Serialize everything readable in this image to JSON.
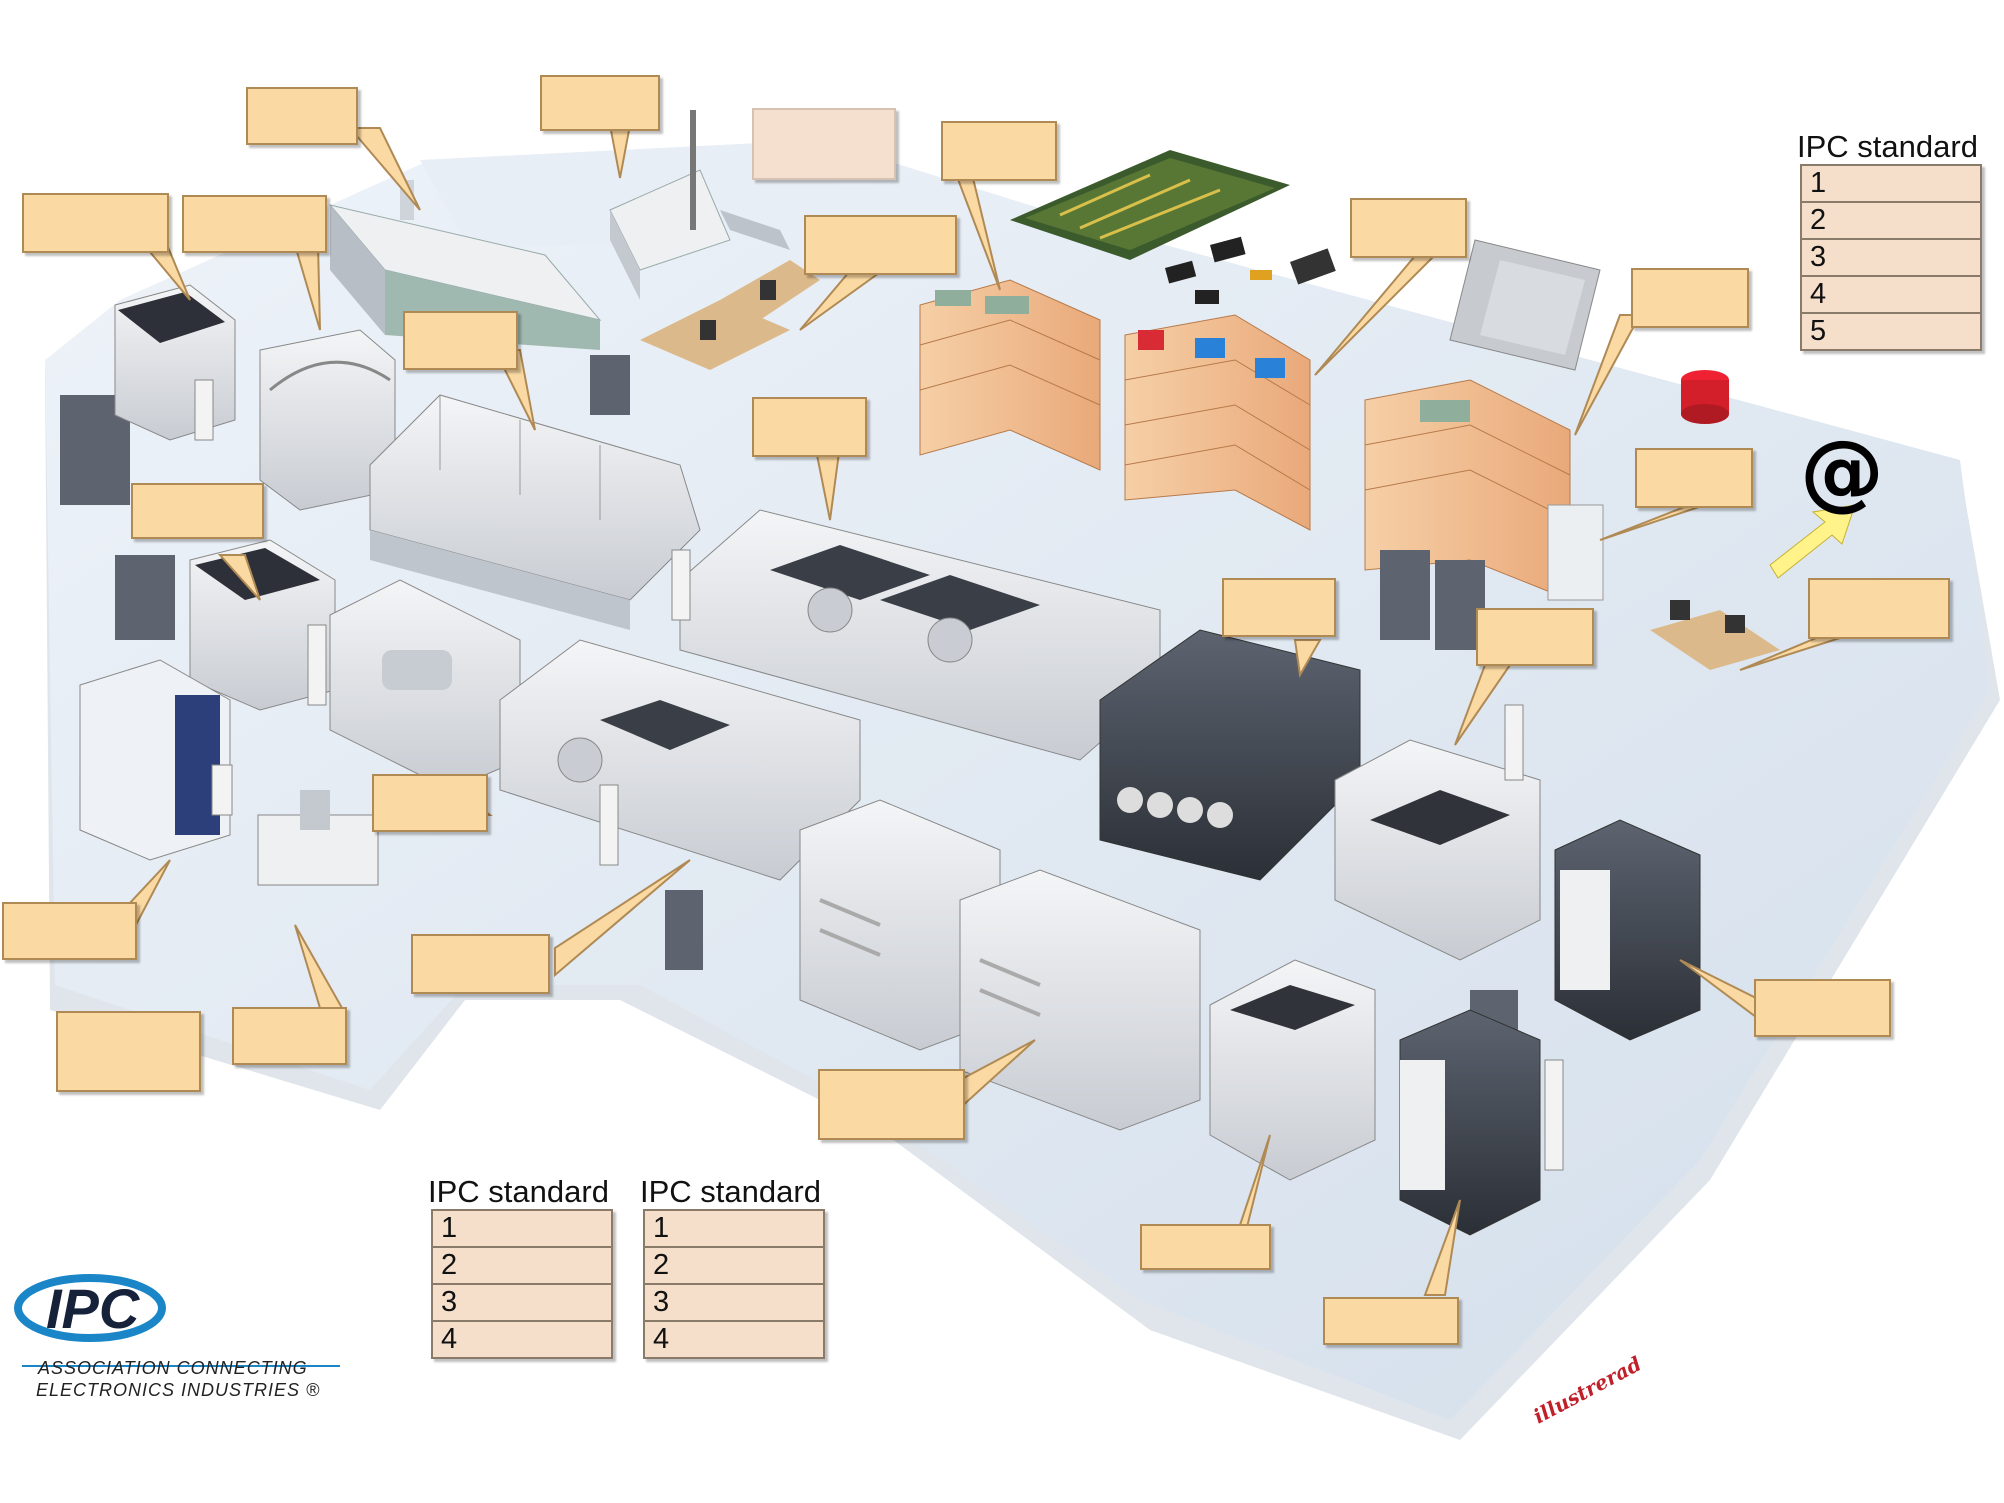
{
  "standard_tables": [
    {
      "title": "IPC standard",
      "rows": [
        "1",
        "2",
        "3",
        "4",
        "5"
      ]
    },
    {
      "title": "IPC standard",
      "rows": [
        "1",
        "2",
        "3",
        "4"
      ]
    },
    {
      "title": "IPC standard",
      "rows": [
        "1",
        "2",
        "3",
        "4"
      ]
    }
  ],
  "logo": {
    "mark": "IPC",
    "line1": "ASSOCIATION CONNECTING",
    "line2": "ELECTRONICS INDUSTRIES ®"
  },
  "at_symbol": "@",
  "signature": "illustrerad",
  "colors": {
    "callout_fill": "#fbd9a3",
    "table_fill": "#f5dfcb",
    "floor": "#dfe8f2",
    "logo_blue": "#1a86c8"
  }
}
